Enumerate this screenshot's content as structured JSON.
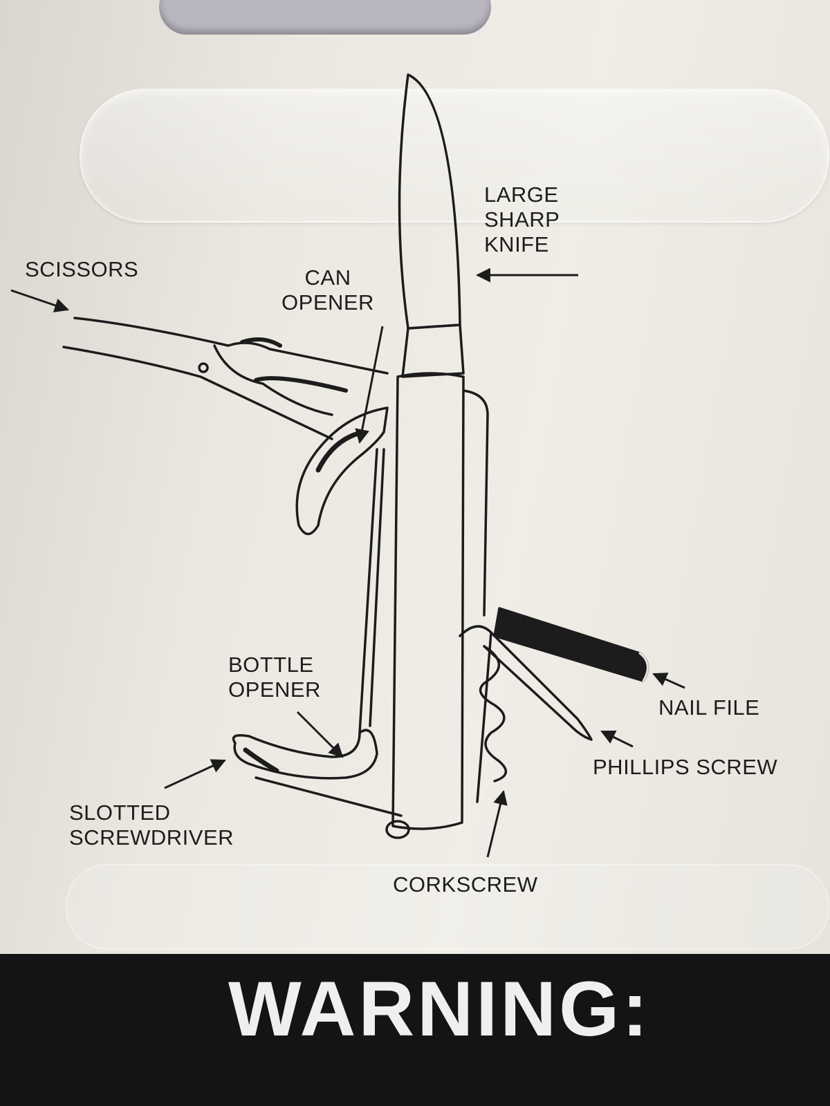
{
  "labels": {
    "knife": [
      "LARGE",
      "SHARP",
      "KNIFE"
    ],
    "scissors": "SCISSORS",
    "can_opener": [
      "CAN",
      "OPENER"
    ],
    "bottle_opener": [
      "BOTTLE",
      "OPENER"
    ],
    "slotted_screwdriver": [
      "SLOTTED",
      "SCREWDRIVER"
    ],
    "nail_file": "NAIL FILE",
    "phillips_screw": "PHILLIPS SCREW",
    "corkscrew": "CORKSCREW"
  },
  "warning": "WARNING:"
}
